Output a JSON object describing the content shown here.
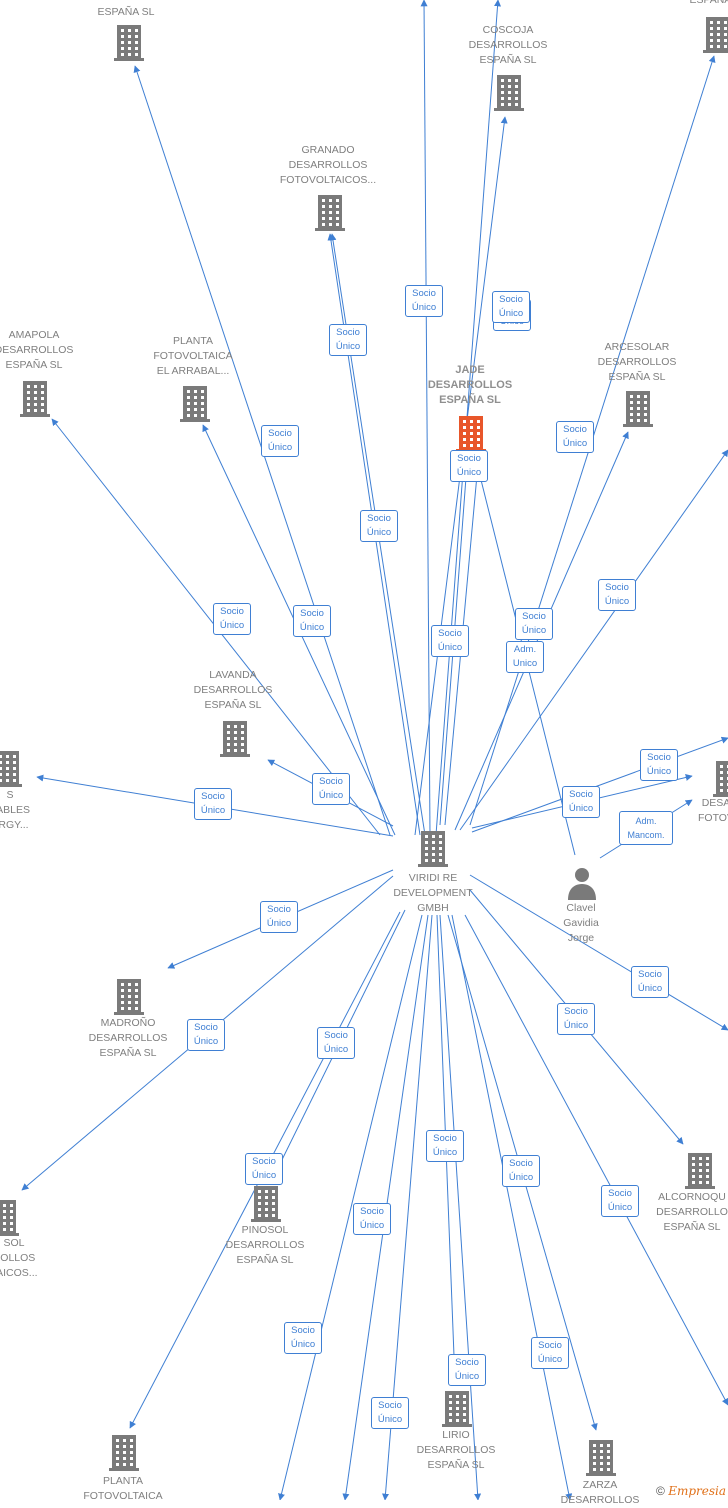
{
  "nodes": [
    {
      "id": "center",
      "type": "company",
      "label": "VIRIDI RE\nDEVELOPMENT\nGMBH",
      "color": "#7a7a7a"
    },
    {
      "id": "top-left",
      "type": "company",
      "label": "DESARROLLOS\nESPAÑA SL",
      "color": "#7a7a7a"
    },
    {
      "id": "coscoja",
      "type": "company",
      "label": "COSCOJA\nDESARROLLOS\nESPAÑA SL",
      "color": "#7a7a7a"
    },
    {
      "id": "top-right",
      "type": "company",
      "label": "ESPAÑA SL",
      "color": "#7a7a7a"
    },
    {
      "id": "granado",
      "type": "company",
      "label": "GRANADO\nDESARROLLOS\nFOTOVOLTAICOS...",
      "color": "#7a7a7a"
    },
    {
      "id": "amapola",
      "type": "company",
      "label": "AMAPOLA\nDESARROLLOS\nESPAÑA SL",
      "color": "#7a7a7a"
    },
    {
      "id": "planta-arrabal",
      "type": "company",
      "label": "PLANTA\nFOTOVOLTAICA\nEL ARRABAL...",
      "color": "#7a7a7a"
    },
    {
      "id": "jade",
      "type": "company",
      "label": "JADE\nDESARROLLOS\nESPAÑA SL",
      "color": "#e8562a",
      "focus": true
    },
    {
      "id": "arcesolar",
      "type": "company",
      "label": "ARCESOLAR\nDESARROLLOS\nESPAÑA SL",
      "color": "#7a7a7a"
    },
    {
      "id": "lavanda",
      "type": "company",
      "label": "LAVANDA\nDESARROLLOS\nESPAÑA SL",
      "color": "#7a7a7a"
    },
    {
      "id": "renovables",
      "type": "company",
      "label": "S\nVABLES\nERGY...",
      "color": "#7a7a7a"
    },
    {
      "id": "right-fotov",
      "type": "company",
      "label": "DESA\nFOTOV",
      "color": "#7a7a7a"
    },
    {
      "id": "clavel",
      "type": "person",
      "label": "Clavel\nGavidia\nJorge",
      "color": "#7a7a7a"
    },
    {
      "id": "madrono",
      "type": "company",
      "label": "MADROÑO\nDESARROLLOS\nESPAÑA SL",
      "color": "#7a7a7a"
    },
    {
      "id": "sol-left",
      "type": "company",
      "label": "SOL\nROLLOS\nTAICOS...",
      "color": "#7a7a7a"
    },
    {
      "id": "pinosol",
      "type": "company",
      "label": "PINOSOL\nDESARROLLOS\nESPAÑA SL",
      "color": "#7a7a7a"
    },
    {
      "id": "alcornoque",
      "type": "company",
      "label": "ALCORNOQU\nDESARROLLO\nESPAÑA SL",
      "color": "#7a7a7a"
    },
    {
      "id": "planta-bottom",
      "type": "company",
      "label": "PLANTA\nFOTOVOLTAICA",
      "color": "#7a7a7a"
    },
    {
      "id": "lirio",
      "type": "company",
      "label": "LIRIO\nDESARROLLOS\nESPAÑA SL",
      "color": "#7a7a7a"
    },
    {
      "id": "zarza",
      "type": "company",
      "label": "ZARZA\nDESARROLLOS",
      "color": "#7a7a7a"
    }
  ],
  "edges": [
    {
      "label": "Socio\nÚnico"
    },
    {
      "label": "Socio\nÚnico"
    },
    {
      "label": "Socio\nÚnico"
    },
    {
      "label": "Socio\nÚnico"
    },
    {
      "label": "Socio\nÚnico"
    },
    {
      "label": "Socio\nÚnico"
    },
    {
      "label": "Socio\nÚnico"
    },
    {
      "label": "Socio\nÚnico"
    },
    {
      "label": "Socio\nÚnico"
    },
    {
      "label": "Socio\nÚnico"
    },
    {
      "label": "Socio\nÚnico"
    },
    {
      "label": "Socio\nÚnico"
    },
    {
      "label": "Socio\nÚnico"
    },
    {
      "label": "Adm.\nUnico"
    },
    {
      "label": "Socio\nÚnico"
    },
    {
      "label": "Socio\nÚnico"
    },
    {
      "label": "Socio\nÚnico"
    },
    {
      "label": "Socio\nÚnico"
    },
    {
      "label": "Adm.\nMancom."
    },
    {
      "label": "Socio\nÚnico"
    },
    {
      "label": "Socio\nÚnico"
    },
    {
      "label": "Socio\nÚnico"
    },
    {
      "label": "Socio\nÚnico"
    },
    {
      "label": "Socio\nÚnico"
    },
    {
      "label": "Socio\nÚnico"
    },
    {
      "label": "Socio\nÚnico"
    },
    {
      "label": "Socio\nÚnico"
    },
    {
      "label": "Socio\nÚnico"
    },
    {
      "label": "Socio\nÚnico"
    },
    {
      "label": "Socio\nÚnico"
    },
    {
      "label": "Socio\nÚnico"
    },
    {
      "label": "Socio\nÚnico"
    },
    {
      "label": "Socio\nÚnico"
    }
  ],
  "footer": {
    "copyright": "©",
    "brand": "Empresia"
  },
  "colors": {
    "edge": "#3f7fd3",
    "text": "#7f7f7f",
    "focus": "#e8562a"
  }
}
